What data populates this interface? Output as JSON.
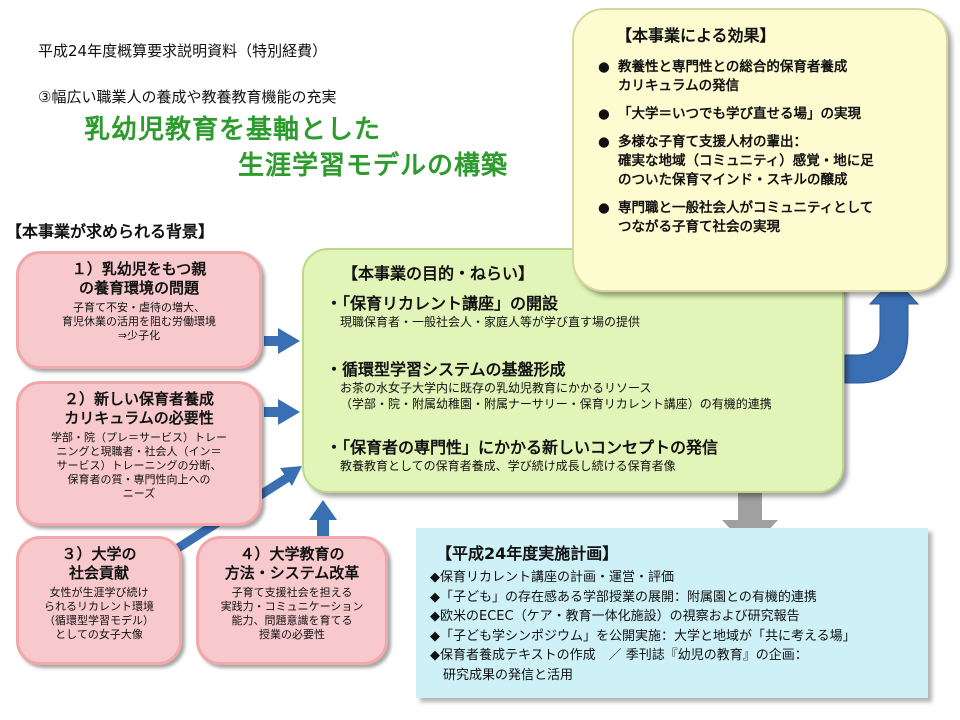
{
  "header": {
    "budget_line": "平成24年度概算要求説明資料（特別経費）",
    "subtitle": "③幅広い職業人の養成や教養教育機能の充実",
    "title_line1": "乳幼児教育を基軸とした",
    "title_line2": "生涯学習モデルの構築"
  },
  "background": {
    "heading": "【本事業が求められる背景】",
    "items": [
      {
        "h1": "１）乳幼児をもつ親",
        "h2": "の養育環境の問題",
        "body": [
          "子育て不安・虐待の増大、",
          "育児休業の活用を阻む労働環境",
          "⇒少子化"
        ]
      },
      {
        "h1": "２）新しい保育者養成",
        "h2": "カリキュラムの必要性",
        "body": [
          "学部・院（プレ＝サービス）トレー",
          "ニングと現職者・社会人（イン＝",
          "サービス）トレーニングの分断、",
          "保育者の質・専門性向上への",
          "ニーズ"
        ]
      },
      {
        "h1": "３）大学の",
        "h2": "社会貢献",
        "body": [
          "女性が生涯学び続け",
          "られるリカレント環境",
          "（循環型学習モデル）",
          "としての女子大像"
        ]
      },
      {
        "h1": "４）大学教育の",
        "h2": "方法・システム改革",
        "body": [
          "子育て支援社会を担える",
          "実践力・コミュニケーション",
          "能力、問題意識を育てる",
          "授業の必要性"
        ]
      }
    ]
  },
  "purpose": {
    "heading": "【本事業の目的・ねらい】",
    "items": [
      {
        "head": "・「保育リカレント講座」の開設",
        "body": [
          "現職保育者・一般社会人・家庭人等が学び直す場の提供"
        ]
      },
      {
        "head": "・循環型学習システムの基盤形成",
        "body": [
          "お茶の水女子大学内に既存の乳幼児教育にかかるリソース",
          "（学部・院・附属幼稚園・附属ナーサリー・保育リカレント講座）の有機的連携"
        ]
      },
      {
        "head": "・「保育者の専門性」にかかる新しいコンセプトの発信",
        "body": [
          "教養教育としての保育者養成、学び続け成長し続ける保育者像"
        ]
      }
    ]
  },
  "effects": {
    "heading": "【本事業による効果】",
    "bullet": "●",
    "items": [
      [
        "教養性と専門性との総合的保育者養成",
        "カリキュラムの発信"
      ],
      [
        "「大学＝いつでも学び直せる場」の実現"
      ],
      [
        "多様な子育て支援人材の輩出：",
        "確実な地域（コミュニティ）感覚・地に足",
        "のついた保育マインド・スキルの醸成"
      ],
      [
        "専門職と一般社会人がコミュニティとして",
        "つながる子育て社会の実現"
      ]
    ]
  },
  "plan": {
    "heading": "【平成24年度実施計画】",
    "items": [
      "◆保育リカレント講座の計画・運営・評価",
      "◆「子ども」の存在感ある学部授業の展開：附属園との有機的連携",
      "◆欧米のECEC（ケア・教育一体化施設）の視察および研究報告",
      "◆「子ども学シンポジウム」を公開実施：大学と地域が「共に考える場」",
      "◆保育者養成テキストの作成　／ 季刊誌『幼児の教育』の企画：",
      "　研究成果の発信と活用"
    ]
  },
  "colors": {
    "title_green": "#2e9b2e",
    "arrow_blue": "#3a6fb3",
    "arrow_gray": "#a0a0a0",
    "pink_fill": "#f7c9cc",
    "green_fill": "#e0f5b7",
    "yellow_fill": "#fdfbd0",
    "cyan_fill": "#cdf1f6"
  }
}
